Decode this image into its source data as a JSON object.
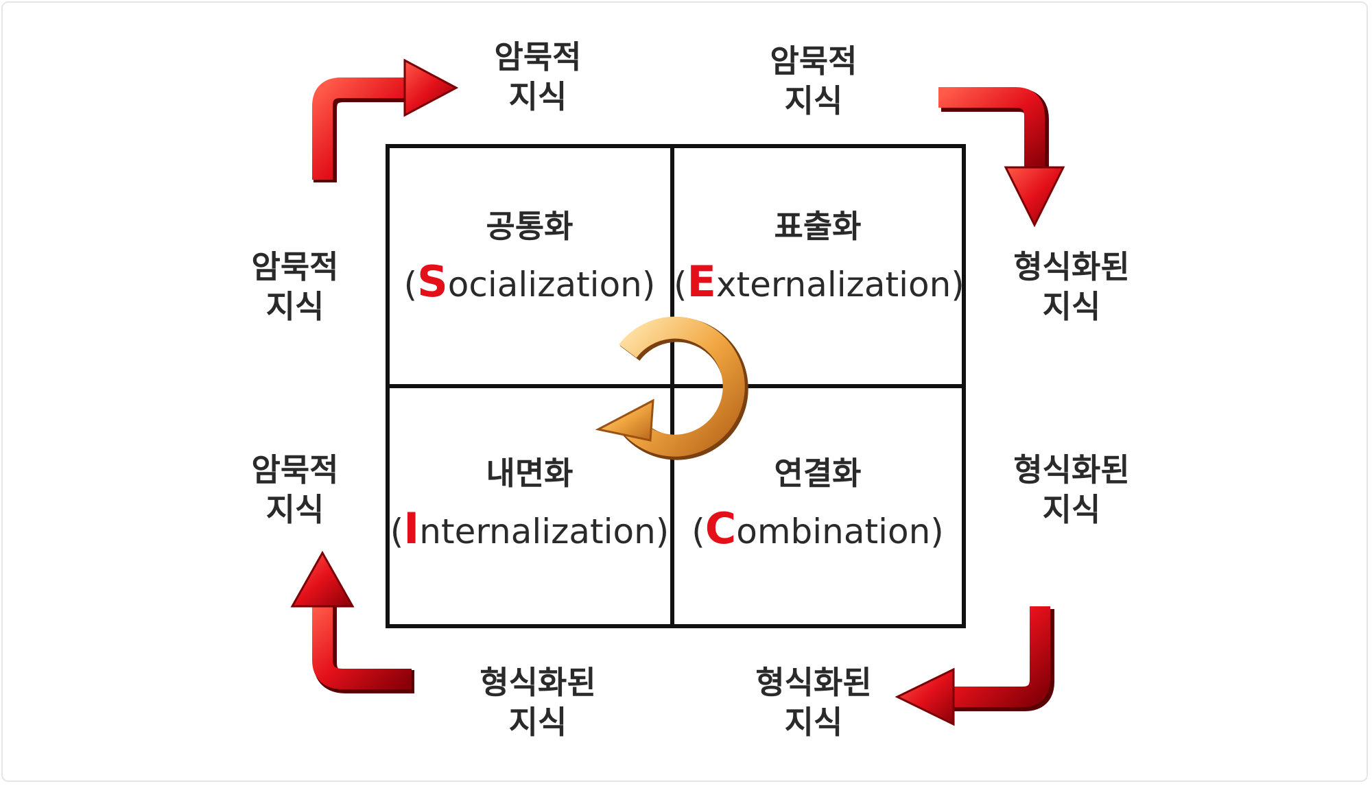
{
  "quadrants": {
    "socialization": {
      "ko": "공통화",
      "open": "(",
      "initial": "S",
      "rest": "ocialization",
      "close": ")"
    },
    "externalization": {
      "ko": "표출화",
      "open": "(",
      "initial": "E",
      "rest": "xternalization",
      "close": ")"
    },
    "internalization": {
      "ko": "내면화",
      "open": "(",
      "initial": "I",
      "rest": "nternalization",
      "close": ")"
    },
    "combination": {
      "ko": "연결화",
      "open": "(",
      "initial": "C",
      "rest": "ombination",
      "close": ")"
    }
  },
  "labels": {
    "top_left": {
      "line1": "암묵적",
      "line2": "지식"
    },
    "top_right": {
      "line1": "암묵적",
      "line2": "지식"
    },
    "left_upper": {
      "line1": "암묵적",
      "line2": "지식"
    },
    "left_lower": {
      "line1": "암묵적",
      "line2": "지식"
    },
    "right_upper": {
      "line1": "형식화된",
      "line2": "지식"
    },
    "right_lower": {
      "line1": "형식화된",
      "line2": "지식"
    },
    "bottom_left": {
      "line1": "형식화된",
      "line2": "지식"
    },
    "bottom_right": {
      "line1": "형식화된",
      "line2": "지식"
    }
  },
  "colors": {
    "arrow_red": "#e3101a",
    "cycle_orange": "#e8a040",
    "grid": "#111111"
  },
  "icons": {
    "corner_arrow": "curved-red-arrow-icon",
    "center": "cycle-arrow-icon"
  }
}
